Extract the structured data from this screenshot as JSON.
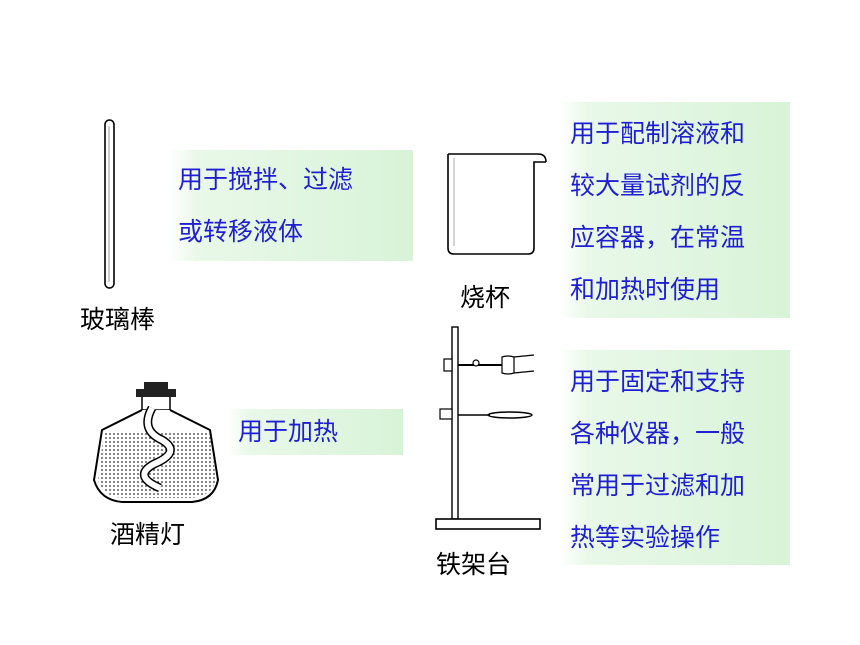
{
  "items": {
    "glass_rod": {
      "name": "玻璃棒",
      "description_lines": [
        "用于搅拌、过滤",
        "或转移液体"
      ]
    },
    "beaker": {
      "name": "烧杯",
      "description_lines": [
        "用于配制溶液和",
        "较大量试剂的反",
        "应容器，在常温",
        "和加热时使用"
      ]
    },
    "alcohol_lamp": {
      "name": "酒精灯",
      "description_lines": [
        "用于加热"
      ]
    },
    "iron_stand": {
      "name": "铁架台",
      "description_lines": [
        "用于固定和支持",
        "各种仪器，一般",
        "常用于过滤和加",
        "热等实验操作"
      ]
    }
  },
  "colors": {
    "text_blue": "#1f1fd2",
    "box_green": "#d8f3d8",
    "caption_black": "#000000"
  },
  "icons": [
    "glass-rod-icon",
    "beaker-icon",
    "alcohol-lamp-icon",
    "iron-stand-icon"
  ]
}
